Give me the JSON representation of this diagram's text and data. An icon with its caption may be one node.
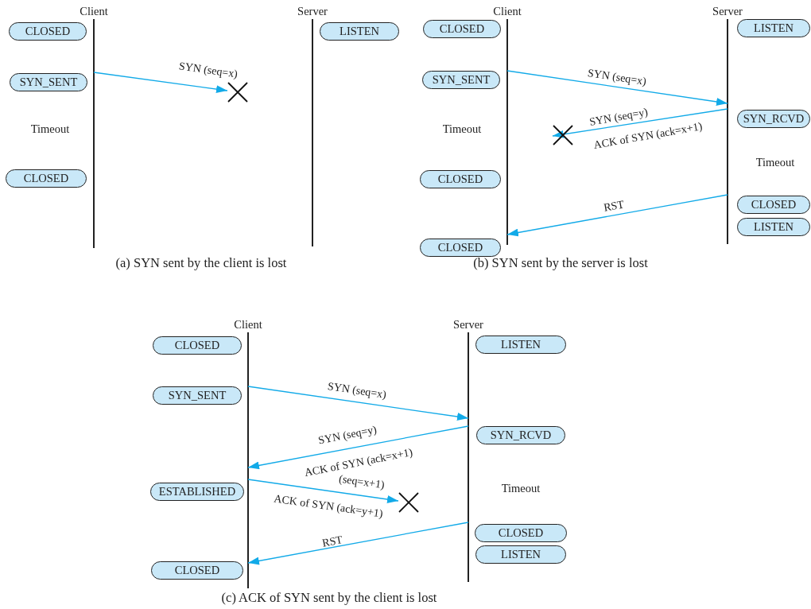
{
  "diagram": {
    "nodes": [
      {
        "text": [
          "Client"
        ]
      },
      {
        "text": [
          "Server"
        ]
      },
      {
        "text": [
          "CLOSED"
        ]
      },
      {
        "text": [
          "SYN_SENT"
        ]
      },
      {
        "text": [
          "CLOSED"
        ]
      },
      {
        "text": [
          "LISTEN"
        ]
      },
      {
        "text": [
          "Client"
        ]
      },
      {
        "text": [
          "Server"
        ]
      },
      {
        "text": [
          "CLOSED"
        ]
      },
      {
        "text": [
          "SYN_SENT"
        ]
      },
      {
        "text": [
          "CLOSED"
        ]
      },
      {
        "text": [
          "CLOSED"
        ]
      },
      {
        "text": [
          "LISTEN"
        ]
      },
      {
        "text": [
          "SYN_RCVD"
        ]
      },
      {
        "text": [
          "CLOSED"
        ]
      },
      {
        "text": [
          "LISTEN"
        ]
      },
      {
        "text": [
          "Client"
        ]
      },
      {
        "text": [
          "Server"
        ]
      },
      {
        "text": [
          "CLOSED"
        ]
      },
      {
        "text": [
          "SYN_SENT"
        ]
      },
      {
        "text": [
          "ESTABLISHED"
        ]
      },
      {
        "text": [
          "CLOSED"
        ]
      },
      {
        "text": [
          "LISTEN"
        ]
      },
      {
        "text": [
          "SYN_RCVD"
        ]
      },
      {
        "text": [
          "CLOSED"
        ]
      },
      {
        "text": [
          "LISTEN"
        ]
      },
      {
        "text": [],
        "shape": "cross"
      },
      {
        "text": [],
        "shape": "cross"
      },
      {
        "text": [],
        "shape": "cross"
      }
    ],
    "edges": [
      {
        "from": 0,
        "to": 26,
        "arrow": "to",
        "label": "SYN (seq=x)"
      },
      {
        "from": 6,
        "to": 7,
        "arrow": "to",
        "label": "SYN (seq=x)"
      },
      {
        "from": 7,
        "to": 27,
        "arrow": "to",
        "label": "SYN (seq=y)"
      },
      {
        "from": 7,
        "to": 6,
        "arrow": "to",
        "label": "RST"
      },
      {
        "from": 16,
        "to": 17,
        "arrow": "to",
        "label": "SYN (seq=x)"
      },
      {
        "from": 17,
        "to": 16,
        "arrow": "to",
        "label": "SYN (seq=y)"
      },
      {
        "from": 16,
        "to": 28,
        "arrow": "to",
        "label": "(seq=x+1)"
      },
      {
        "from": 17,
        "to": 16,
        "arrow": "to",
        "label": "RST"
      }
    ],
    "labels": [
      "Timeout",
      "(a) SYN sent by the client is lost",
      "Timeout",
      "ACK of SYN (ack=x+1)",
      "Timeout",
      "(b) SYN sent by the server is lost",
      "ACK of SYN (ack=x+1)",
      "ACK of SYN (ack=y+1)",
      "Timeout",
      "(c) ACK of SYN sent by the client is lost"
    ]
  }
}
